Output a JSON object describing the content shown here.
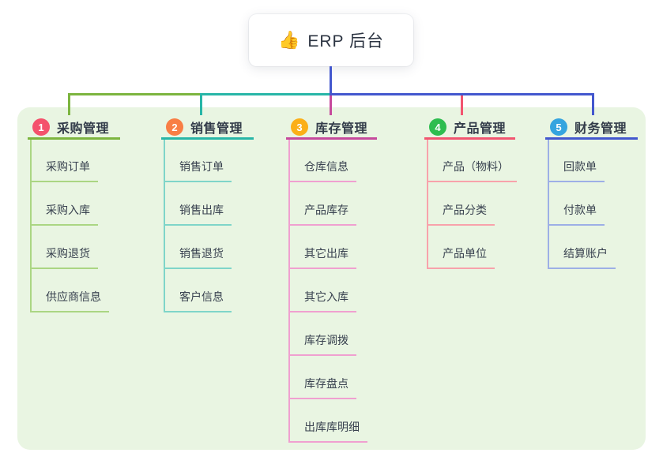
{
  "root": {
    "icon": "👍",
    "label": "ERP 后台"
  },
  "panel_color": "#e9f5e2",
  "root_line_color": "#4357ce",
  "branches": [
    {
      "num": "1",
      "title": "采购管理",
      "badge_color": "#f4516c",
      "line_color": "#7cb53f",
      "child_line_color": "#abd683",
      "children": [
        "采购订单",
        "采购入库",
        "采购退货",
        "供应商信息"
      ]
    },
    {
      "num": "2",
      "title": "销售管理",
      "badge_color": "#f87e45",
      "line_color": "#28b6a7",
      "child_line_color": "#7fd5c9",
      "children": [
        "销售订单",
        "销售出库",
        "销售退货",
        "客户信息"
      ]
    },
    {
      "num": "3",
      "title": "库存管理",
      "badge_color": "#fbaf18",
      "line_color": "#c6499c",
      "child_line_color": "#f0a0d0",
      "children": [
        "仓库信息",
        "产品库存",
        "其它出库",
        "其它入库",
        "库存调拨",
        "库存盘点",
        "出库库明细"
      ]
    },
    {
      "num": "4",
      "title": "产品管理",
      "badge_color": "#2ebd4f",
      "line_color": "#f25570",
      "child_line_color": "#f8a2ab",
      "children": [
        "产品（物料）",
        "产品分类",
        "产品单位"
      ]
    },
    {
      "num": "5",
      "title": "财务管理",
      "badge_color": "#35a4df",
      "line_color": "#4357ce",
      "child_line_color": "#9dafe6",
      "children": [
        "回款单",
        "付款单",
        "结算账户"
      ]
    }
  ]
}
